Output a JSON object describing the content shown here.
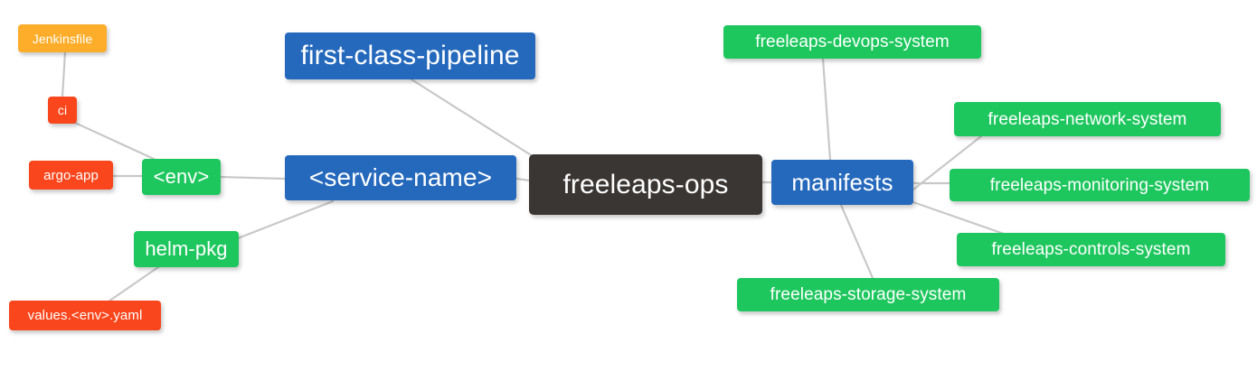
{
  "diagram": {
    "type": "mindmap",
    "title": "freeleaps-ops",
    "background": "#ffffff",
    "edge_color": "#c8c8c8",
    "palette": {
      "root": "#3a3633",
      "blue": "#2569bd",
      "green": "#1ec75e",
      "red": "#f9461c",
      "amber": "#fdad2a",
      "label": "#ffffff"
    }
  },
  "nodes": {
    "root": {
      "label": "freeleaps-ops",
      "color": "#3a3633"
    },
    "first_class_pipeline": {
      "label": "first-class-pipeline",
      "color": "#2569bd"
    },
    "service_name": {
      "label": "<service-name>",
      "color": "#2569bd"
    },
    "manifests": {
      "label": "manifests",
      "color": "#2569bd"
    },
    "env": {
      "label": "<env>",
      "color": "#1ec75e"
    },
    "helm_pkg": {
      "label": "helm-pkg",
      "color": "#1ec75e"
    },
    "ci": {
      "label": "ci",
      "color": "#f9461c"
    },
    "argo_app": {
      "label": "argo-app",
      "color": "#f9461c"
    },
    "values_yaml": {
      "label": "values.<env>.yaml",
      "color": "#f9461c"
    },
    "jenkinsfile": {
      "label": "Jenkinsfile",
      "color": "#fdad2a"
    },
    "devops_system": {
      "label": "freeleaps-devops-system",
      "color": "#1ec75e"
    },
    "network_system": {
      "label": "freeleaps-network-system",
      "color": "#1ec75e"
    },
    "monitoring_system": {
      "label": "freeleaps-monitoring-system",
      "color": "#1ec75e"
    },
    "controls_system": {
      "label": "freeleaps-controls-system",
      "color": "#1ec75e"
    },
    "storage_system": {
      "label": "freeleaps-storage-system",
      "color": "#1ec75e"
    }
  },
  "edges": [
    {
      "from": "root",
      "to": "first_class_pipeline"
    },
    {
      "from": "root",
      "to": "service_name"
    },
    {
      "from": "root",
      "to": "manifests"
    },
    {
      "from": "service_name",
      "to": "env"
    },
    {
      "from": "service_name",
      "to": "helm_pkg"
    },
    {
      "from": "env",
      "to": "ci"
    },
    {
      "from": "env",
      "to": "argo_app"
    },
    {
      "from": "ci",
      "to": "jenkinsfile"
    },
    {
      "from": "helm_pkg",
      "to": "values_yaml"
    },
    {
      "from": "manifests",
      "to": "devops_system"
    },
    {
      "from": "manifests",
      "to": "network_system"
    },
    {
      "from": "manifests",
      "to": "monitoring_system"
    },
    {
      "from": "manifests",
      "to": "controls_system"
    },
    {
      "from": "manifests",
      "to": "storage_system"
    }
  ]
}
